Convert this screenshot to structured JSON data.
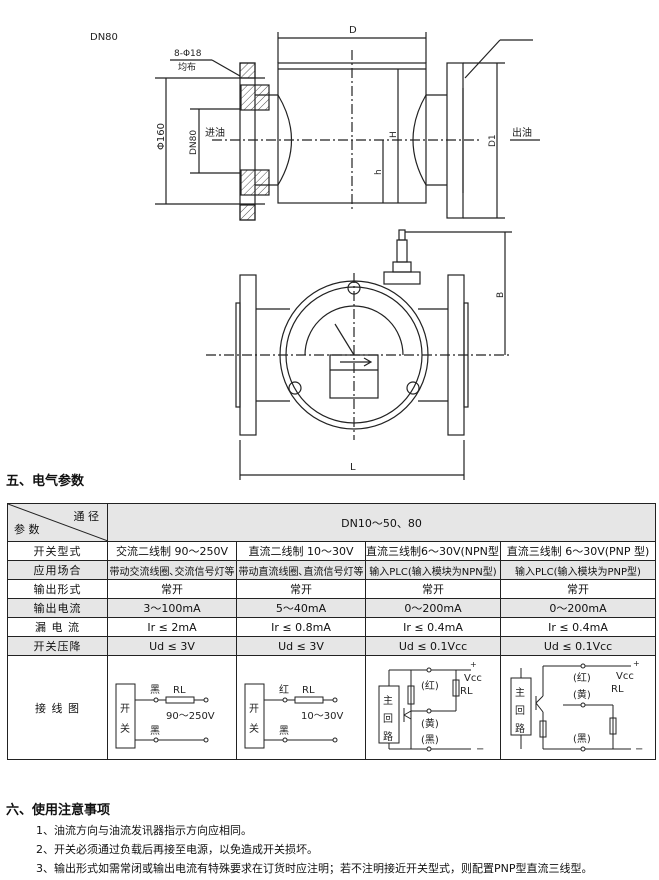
{
  "drawing": {
    "model": "DN80",
    "holes": "8-Φ18",
    "holes_note": "均布",
    "d_label": "D",
    "phi160": "Φ160",
    "dn80": "DN80",
    "inlet": "进油",
    "outlet": "出油",
    "H": "H",
    "h": "h",
    "D1": "D1",
    "B": "B",
    "L": "L"
  },
  "section5": {
    "title": "五、电气参数"
  },
  "table": {
    "corner_top": "通 径",
    "corner_bottom": "参 数",
    "span_header": "DN10～50、80",
    "rows": [
      {
        "label": "开关型式",
        "cells": [
          "交流二线制 90～250V",
          "直流二线制 10～30V",
          "直流三线制6～30V(NPN型)",
          "直流三线制 6～30V(PNP 型)"
        ]
      },
      {
        "label": "应用场合",
        "cells": [
          "带动交流线圈､交流信号灯等",
          "带动直流线圈､直流信号灯等",
          "输入PLC(输入模块为NPN型)",
          "输入PLC(输入模块为PNP型)"
        ]
      },
      {
        "label": "输出形式",
        "cells": [
          "常开",
          "常开",
          "常开",
          "常开"
        ]
      },
      {
        "label": "输出电流",
        "cells": [
          "3～100mA",
          "5～40mA",
          "0～200mA",
          "0～200mA"
        ]
      },
      {
        "label": "漏 电 流",
        "cells": [
          "Ir ≤ 2mA",
          "Ir ≤ 0.8mA",
          "Ir ≤ 0.4mA",
          "Ir ≤ 0.4mA"
        ]
      },
      {
        "label": "开关压降",
        "cells": [
          "Ud ≤ 3V",
          "Ud ≤ 3V",
          "Ud ≤ 0.1Vcc",
          "Ud ≤ 0.1Vcc"
        ]
      }
    ],
    "wiring_label": "接 线 图",
    "wiring": {
      "ac": {
        "switch1": "开",
        "switch2": "关",
        "top": "黑",
        "rl": "RL",
        "voltage": "90～250V",
        "bottom": "黑"
      },
      "dc": {
        "switch1": "开",
        "switch2": "关",
        "top": "红",
        "rl": "RL",
        "voltage": "10～30V",
        "bottom": "黑"
      },
      "npn": {
        "m1": "主",
        "m2": "回",
        "m3": "路",
        "red": "(红)",
        "yellow": "(黄)",
        "black": "(黑)",
        "vcc": "Vcc",
        "rl": "RL",
        "plus": "+",
        "minus": "−"
      },
      "pnp": {
        "m1": "主",
        "m2": "回",
        "m3": "路",
        "red": "(红)",
        "yellow": "(黄)",
        "black": "(黑)",
        "vcc": "Vcc",
        "rl": "RL",
        "plus": "+",
        "minus": "−"
      }
    }
  },
  "section6": {
    "title": "六、使用注意事项",
    "notes": [
      "1、油流方向与油流发讯器指示方向应相同。",
      "2、开关必须通过负载后再接至电源，以免造成开关损坏。",
      "3、输出形式如需常闭或输出电流有特殊要求在订货时应注明；若不注明接近开关型式，则配置PNP型直流三线型。"
    ]
  }
}
